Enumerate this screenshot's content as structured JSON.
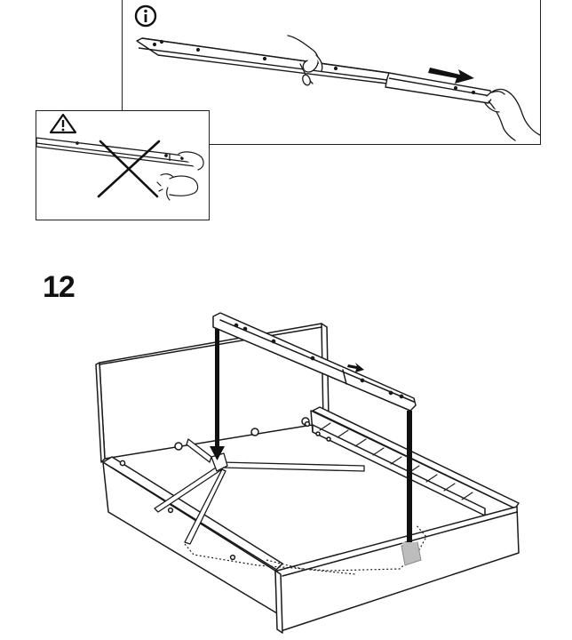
{
  "step": {
    "number": "12"
  },
  "info_panel": {
    "icon": "info-icon"
  },
  "warning_panel": {
    "icon": "warning-triangle-icon",
    "prohibition_mark": "cross-out-icon"
  },
  "assembly": {
    "direction_arrows": [
      "slide-right-arrow",
      "slide-right-arrow-small"
    ],
    "placement_arrows": [
      "down-arrow-left",
      "down-arrow-right"
    ]
  },
  "colors": {
    "line": "#1a1a1a",
    "background": "#ffffff",
    "hint": "#bdbdbd"
  }
}
